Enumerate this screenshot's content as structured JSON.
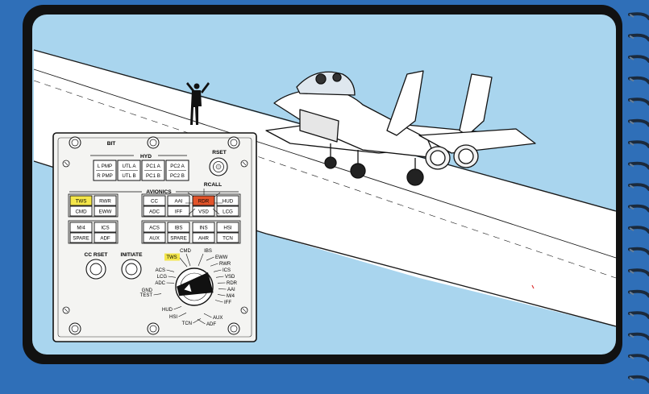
{
  "colors": {
    "outer": "#2f6fb8",
    "sky": "#a9d5ee",
    "frame": "#111111",
    "panel": "#f4f4f2",
    "lit_yellow": "#f4e64a",
    "lit_red": "#e2542a",
    "spiral": "#1b2a3c"
  },
  "panel": {
    "title": "BIT",
    "hyd": {
      "label": "HYD",
      "buttons": [
        {
          "top": "L PMP",
          "bottom": "R PMP"
        },
        {
          "top": "UTL A",
          "bottom": "UTL B"
        },
        {
          "top": "PC1 A",
          "bottom": "PC1 B"
        },
        {
          "top": "PC2 A",
          "bottom": "PC2 B"
        }
      ]
    },
    "rset_label": "RSET",
    "avionics_label": "AVIONICS",
    "rcall_label": "RCALL",
    "avionics_grid": [
      [
        {
          "text": "TWS",
          "lit": "yellow"
        },
        {
          "text": "RWR"
        },
        {
          "text": "CC"
        },
        {
          "text": "AAI"
        },
        {
          "text": "RDR",
          "lit": "red"
        },
        {
          "text": "HUD"
        }
      ],
      [
        {
          "text": "CMD"
        },
        {
          "text": "EWW"
        },
        {
          "text": "ADC"
        },
        {
          "text": "IFF"
        },
        {
          "text": "VSD"
        },
        {
          "text": "LCG"
        }
      ],
      [
        {
          "text": "M/4"
        },
        {
          "text": "ICS"
        },
        {
          "text": "ACS"
        },
        {
          "text": "IBS"
        },
        {
          "text": "INS"
        },
        {
          "text": "HSI"
        }
      ],
      [
        {
          "text": "SPARE"
        },
        {
          "text": "ADF"
        },
        {
          "text": "AUX"
        },
        {
          "text": "SPARE"
        },
        {
          "text": "AHR"
        },
        {
          "text": "TCN"
        }
      ]
    ],
    "cc_rset_label": "CC RSET",
    "initiate_label": "INITIATE",
    "selector": {
      "left_labels": [
        "ACS",
        "LCG",
        "ADC",
        "GND",
        "TEST",
        "HUD",
        "HSI",
        "TCN"
      ],
      "top_labels": [
        "CMD",
        "TWS",
        "IBS"
      ],
      "right_labels": [
        "EWW",
        "RWR",
        "ICS",
        "VSD",
        "RDR",
        "AAI",
        "M/4",
        "IFF",
        "AUX",
        "ADF"
      ],
      "highlight": "TWS"
    }
  }
}
